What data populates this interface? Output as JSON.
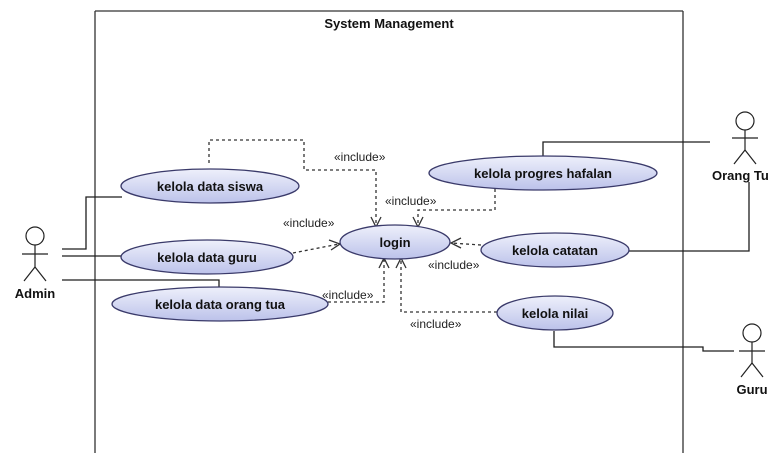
{
  "system": {
    "title": "System Management"
  },
  "actors": {
    "admin": "Admin",
    "orang_tua": "Orang Tu",
    "guru": "Guru"
  },
  "use_cases": {
    "login": "login",
    "kelola_data_siswa": "kelola data siswa",
    "kelola_data_guru": "kelola data guru",
    "kelola_data_orang_tua": "kelola data orang tua",
    "kelola_progres_hafalan": "kelola progres hafalan",
    "kelola_catatan": "kelola catatan",
    "kelola_nilai": "kelola nilai"
  },
  "include_label": "«include»",
  "colors": {
    "use_case_fill_light": "#eef0fb",
    "use_case_fill_dark": "#bcc2ea",
    "use_case_stroke": "#3a3a6a",
    "boundary_stroke": "#333333"
  }
}
